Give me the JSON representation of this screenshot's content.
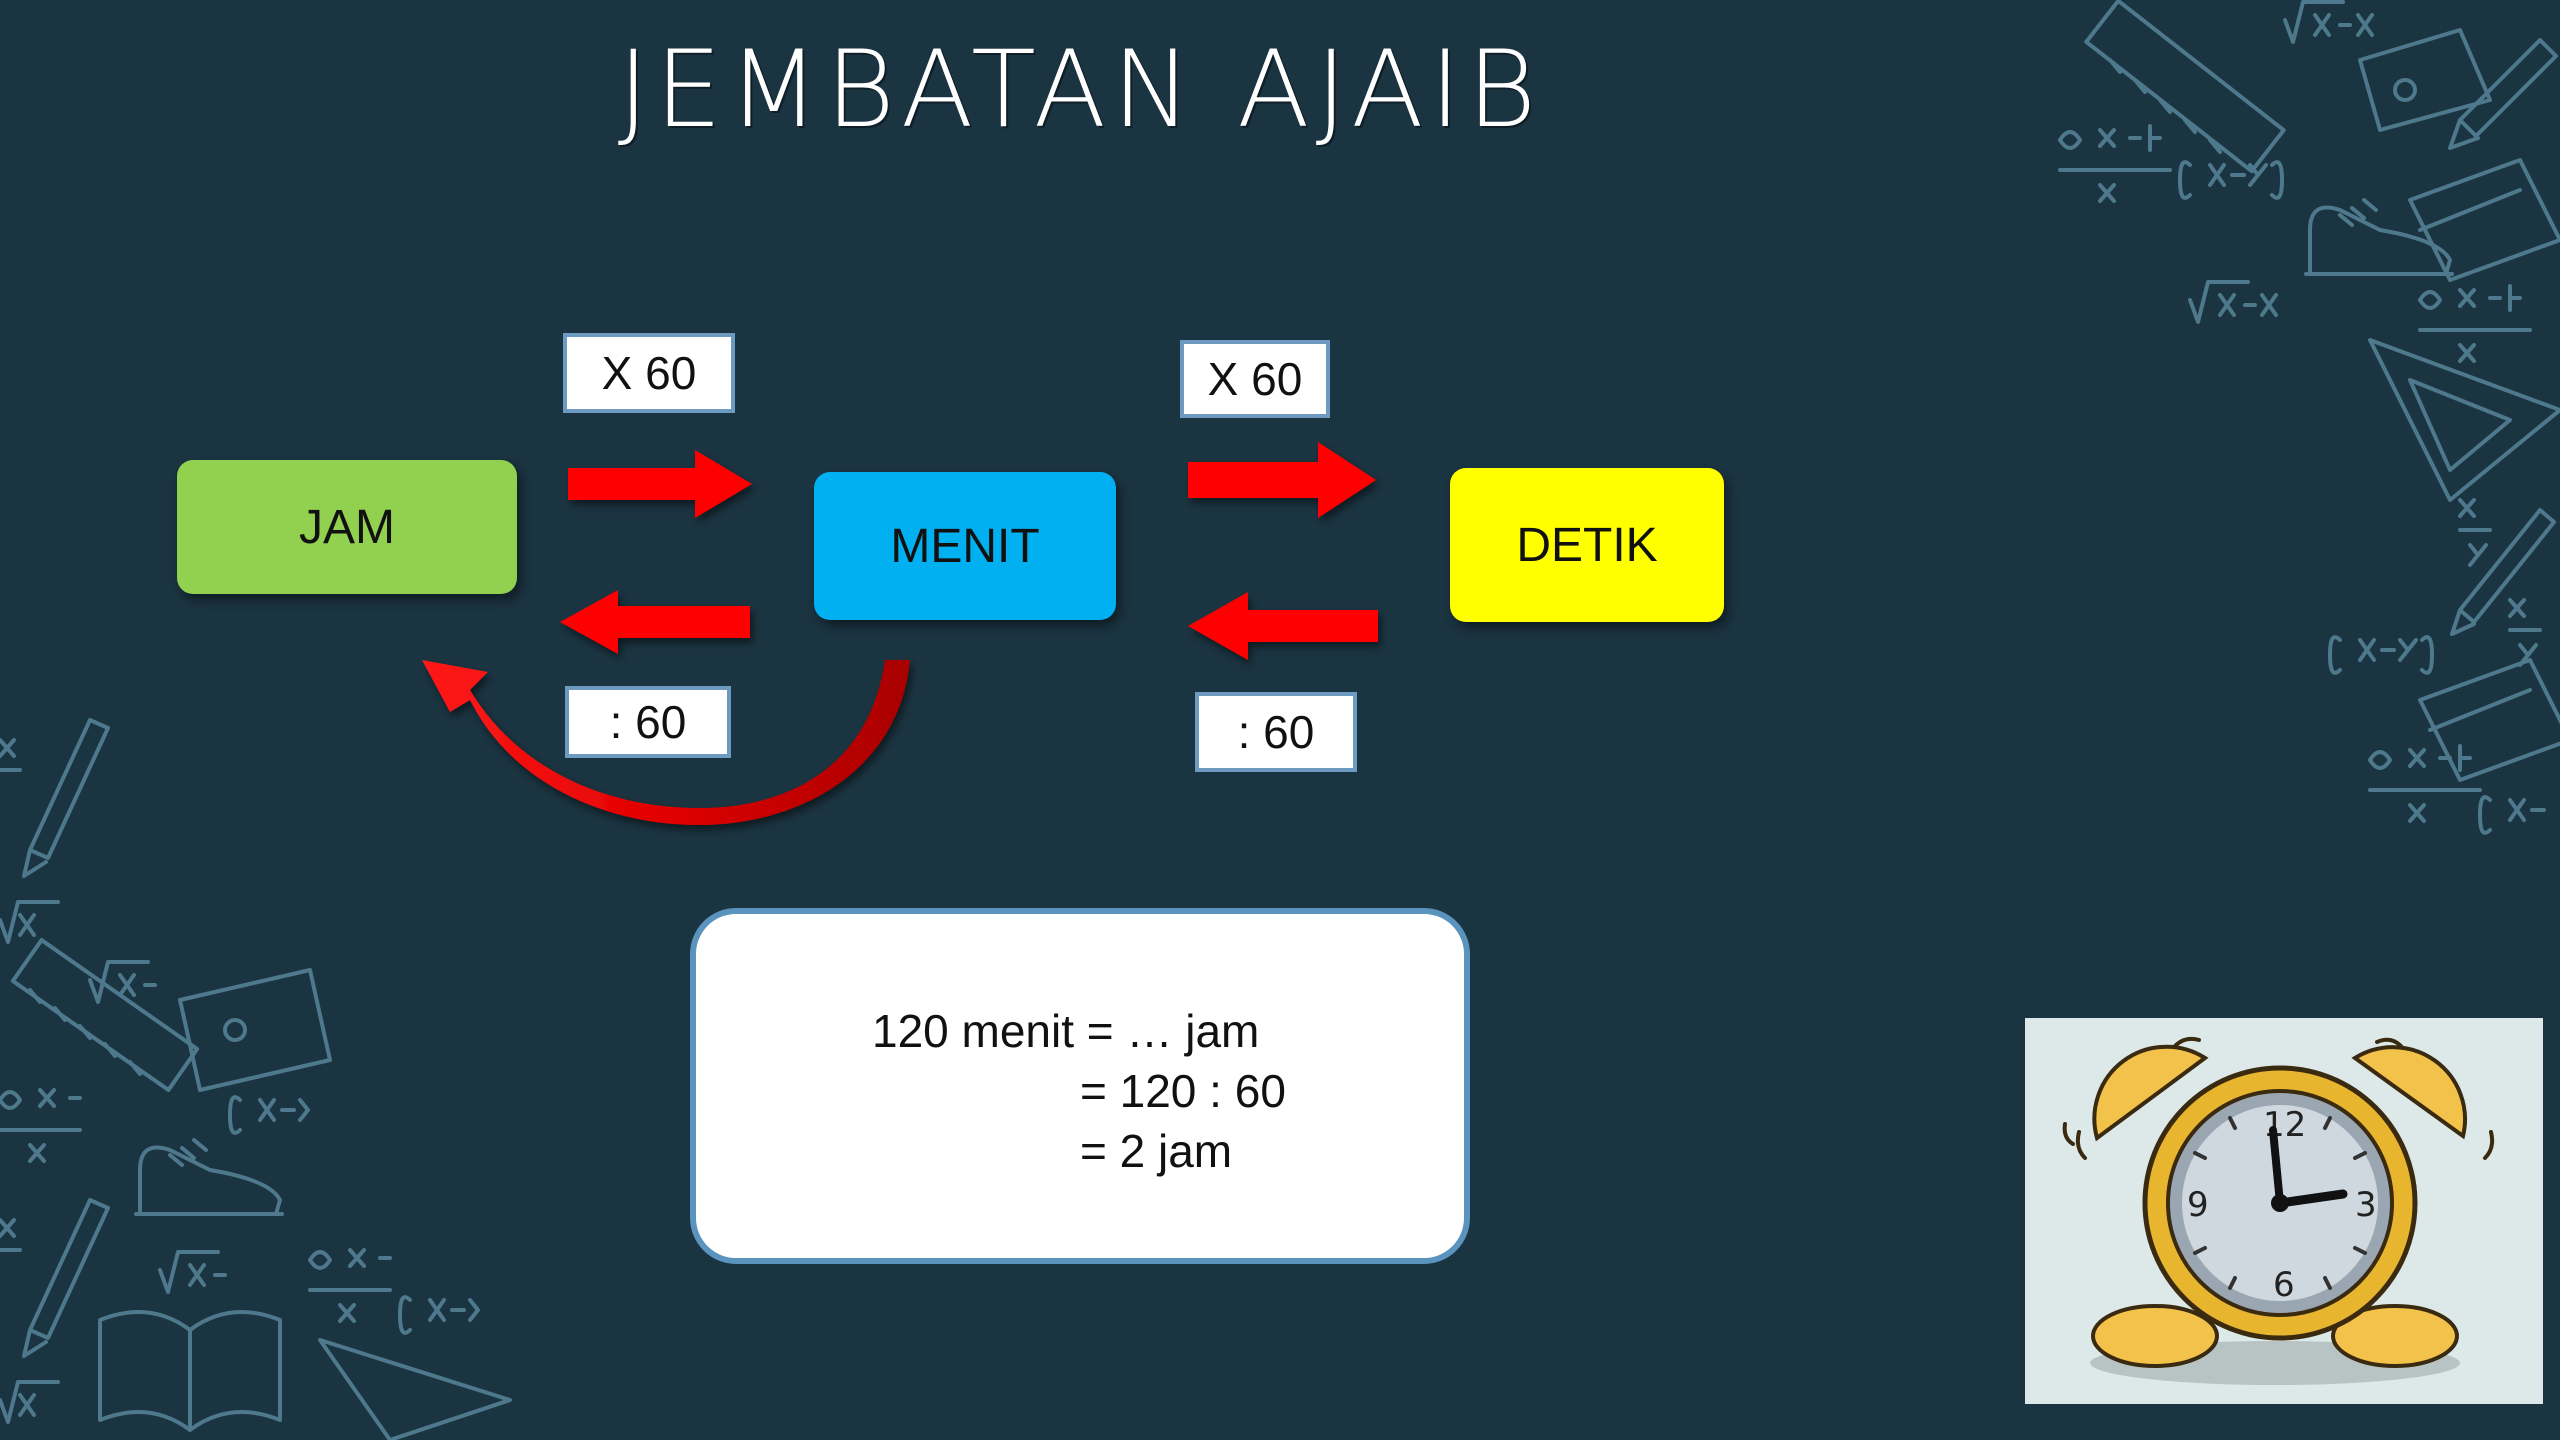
{
  "slide": {
    "title": "JEMBATAN AJAIB"
  },
  "units": {
    "jam": "JAM",
    "menit": "MENIT",
    "detik": "DETIK"
  },
  "operations": {
    "jam_to_menit": "X 60",
    "menit_to_jam": ": 60",
    "menit_to_detik": "X 60",
    "detik_to_menit": ": 60"
  },
  "example": {
    "line1": "120 menit = … jam",
    "line2": "= 120 : 60",
    "line3": "= 2 jam"
  },
  "colors": {
    "background": "#1b3441",
    "jam_box": "#92d050",
    "menit_box": "#00b0f0",
    "detik_box": "#ffff00",
    "arrow": "#ff0000",
    "label_border": "#6d9ac0",
    "doodle": "#5f8fa6"
  },
  "icons": [
    "ruler-icon",
    "pencil-icon",
    "book-icon",
    "sneaker-icon",
    "triangle-ruler-icon",
    "alarm-clock-icon"
  ]
}
